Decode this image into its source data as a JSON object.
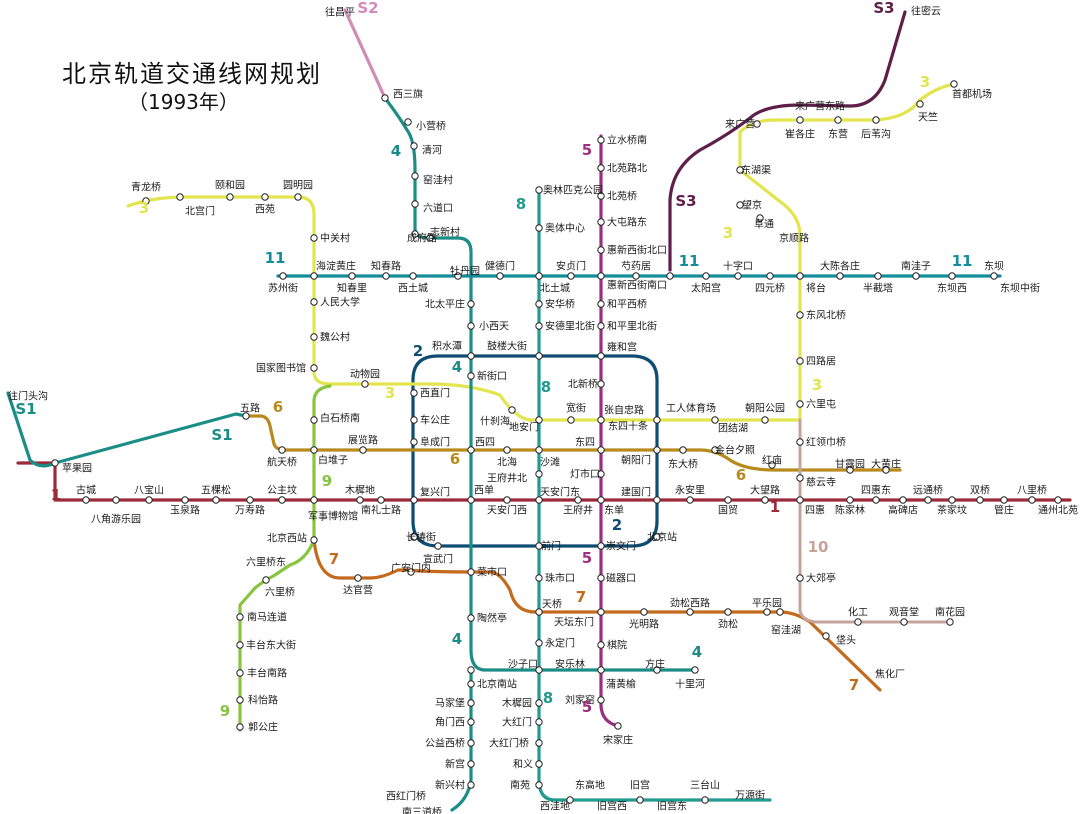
{
  "title": "北京轨道交通线网规划",
  "subtitle": "（1993年）",
  "lines": [
    {
      "id": "1",
      "label": "1",
      "color": "#9c2b39"
    },
    {
      "id": "2",
      "label": "2",
      "color": "#0f4c72"
    },
    {
      "id": "3",
      "label": "3",
      "color": "#e3e54f"
    },
    {
      "id": "4",
      "label": "4",
      "color": "#1c8c87"
    },
    {
      "id": "5",
      "label": "5",
      "color": "#9b2f7f"
    },
    {
      "id": "6",
      "label": "6",
      "color": "#b68a1c"
    },
    {
      "id": "7",
      "label": "7",
      "color": "#c36a1c"
    },
    {
      "id": "8",
      "label": "8",
      "color": "#219a8f"
    },
    {
      "id": "9",
      "label": "9",
      "color": "#87c540"
    },
    {
      "id": "10",
      "label": "10",
      "color": "#c4a49a"
    },
    {
      "id": "11",
      "label": "11",
      "color": "#138d9c"
    },
    {
      "id": "S1",
      "label": "S1",
      "color": "#1a8e86"
    },
    {
      "id": "S2",
      "label": "S2",
      "color": "#d18bb6"
    },
    {
      "id": "S3",
      "label": "S3",
      "color": "#5e1f4a"
    }
  ],
  "stations": [
    "往昌平",
    "西三旗",
    "小营桥",
    "清河",
    "窑洼村",
    "六道口",
    "成府路",
    "志新村",
    "牡丹园",
    "北太平庄",
    "小西天",
    "积水潭",
    "新街口",
    "西直门",
    "车公庄",
    "阜成门",
    "复兴门",
    "长椿街",
    "宣武门",
    "菜市口",
    "陶然亭",
    "沙子口",
    "北京南站",
    "马家堡",
    "角门西",
    "公益西桥",
    "新宫",
    "新兴村",
    "西红门桥",
    "南三道桥",
    "青龙桥",
    "北宫门",
    "颐和园",
    "西苑",
    "圆明园",
    "中关村",
    "海淀黄庄",
    "人民大学",
    "魏公村",
    "国家图书馆",
    "动物园",
    "苏州街",
    "知春路",
    "知春里",
    "西土城",
    "健德门",
    "北土城",
    "安贞门",
    "芍药居",
    "太阳宫",
    "十字口",
    "四元桥",
    "将台",
    "大陈各庄",
    "半截塔",
    "南洼子",
    "东坝西",
    "东坝",
    "东坝中街",
    "奥林匹克公园",
    "奥体中心",
    "安华桥",
    "安德里北街",
    "鼓楼大街",
    "什刹海",
    "地安门",
    "北海",
    "沙滩",
    "王府井北",
    "灯市口",
    "天安门东",
    "天安门西",
    "王府井",
    "东单",
    "前门",
    "珠市口",
    "天桥",
    "天坛东门",
    "永定门",
    "安乐林",
    "刘家窑",
    "木樨园",
    "大红门",
    "大红门桥",
    "和义",
    "南苑",
    "西洼地",
    "东高地",
    "旧宫",
    "旧宫西",
    "旧宫东",
    "三台山",
    "万源街",
    "立水桥南",
    "北苑路北",
    "北苑桥",
    "大屯路东",
    "惠新西街北口",
    "惠新西街南口",
    "和平西桥",
    "和平里北街",
    "雍和宫",
    "北新桥",
    "张自忠路",
    "东四十条",
    "东四",
    "朝阳门",
    "建国门",
    "北京站",
    "崇文门",
    "磁器口",
    "棋院",
    "蒲黄榆",
    "宋家庄",
    "来广营",
    "崔各庄",
    "东营",
    "后苇沟",
    "天竺",
    "首都机场",
    "东湖渠",
    "望京",
    "阜通",
    "京顺路",
    "往密云",
    "来广营东路",
    "东风北桥",
    "四路居",
    "六里屯",
    "红领巾桥",
    "慈云寺",
    "大郊亭",
    "化工",
    "观音堂",
    "南花园",
    "垡头",
    "焦化厂",
    "窑洼湖",
    "十里河",
    "方庄",
    "苹果园",
    "古城",
    "八角游乐园",
    "八宝山",
    "玉泉路",
    "五棵松",
    "万寿路",
    "公主坟",
    "军事博物馆",
    "木樨地",
    "南礼士路",
    "西单",
    "永安里",
    "国贸",
    "大望路",
    "四惠",
    "四惠东",
    "陈家林",
    "高碑店",
    "远通桥",
    "茶家坟",
    "双桥",
    "管庄",
    "八里桥",
    "通州北苑",
    "五路",
    "航天桥",
    "白堆子",
    "展览路",
    "西四",
    "东大桥",
    "金台夕照",
    "红庙",
    "甘露园",
    "大黄庄",
    "工人体育场",
    "团结湖",
    "朝阳公园",
    "宽街",
    "白石桥南",
    "北京西站",
    "六里桥东",
    "六里桥",
    "南马连道",
    "丰台东大街",
    "丰台南路",
    "科怡路",
    "郭公庄",
    "往门头沟",
    "广安门内",
    "达官营",
    "劲松西路",
    "平乐园",
    "光明路",
    "劲松"
  ]
}
